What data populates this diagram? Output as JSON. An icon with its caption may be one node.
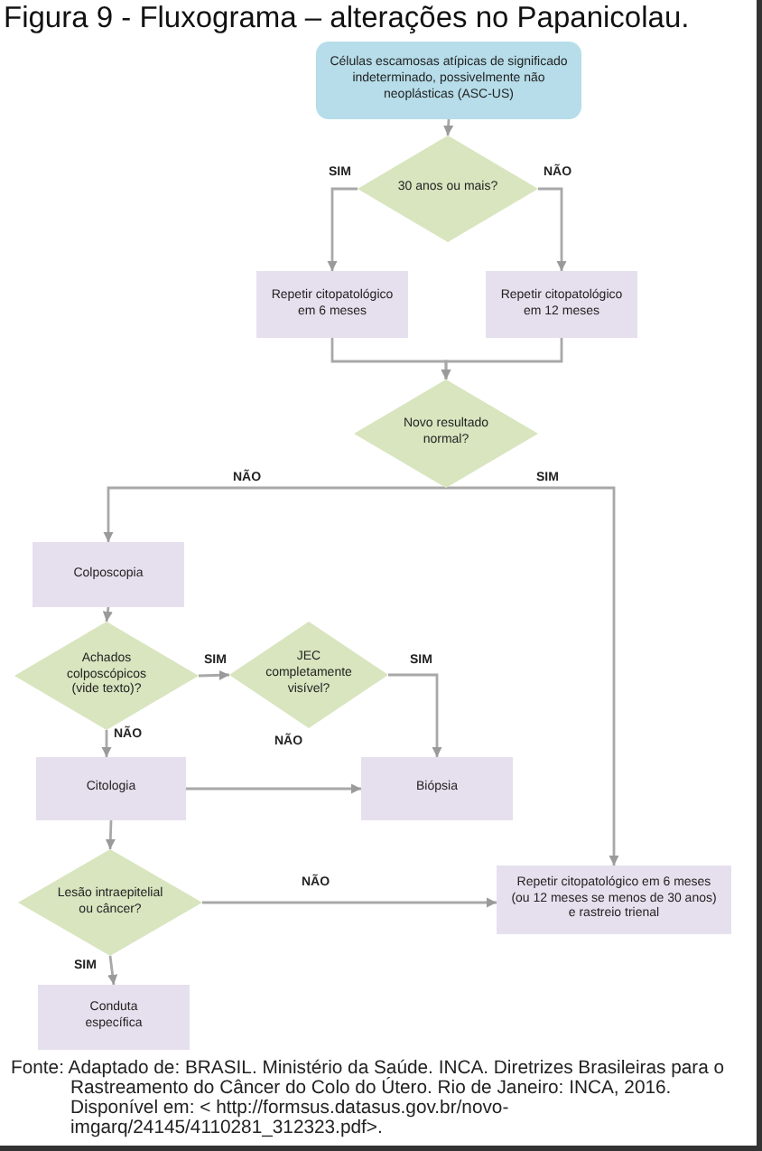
{
  "diagram": {
    "title": "Figura 9 - Fluxograma – alterações no Papanicolau.",
    "caption": "Fonte: Adaptado de: BRASIL. Ministério da Saúde. INCA. Diretrizes Brasileiras para o Rastreamento do Câncer do Colo do Útero. Rio de Janeiro: INCA, 2016. Disponível em: < http://formsus.datasus.gov.br/novo-imgarq/24145/4110281_312323.pdf>.",
    "nodes": [
      {
        "text": [
          "Células escamosas atípicas de significado indeterminado, possivelmente não neoplásticas (ASC-US)"
        ]
      },
      {
        "text": [
          "30 anos ou mais?"
        ]
      },
      {
        "text": [
          "Repetir citopatológico em 6 meses"
        ]
      },
      {
        "text": [
          "Repetir citopatológico em 12 meses"
        ]
      },
      {
        "text": [
          "Novo resultado normal?"
        ]
      },
      {
        "text": [
          "Colposcopia"
        ]
      },
      {
        "text": [
          "Achados colposcópicos (vide texto)?"
        ]
      },
      {
        "text": [
          "JEC completamente visível?"
        ]
      },
      {
        "text": [
          "Citologia"
        ]
      },
      {
        "text": [
          "Biópsia"
        ]
      },
      {
        "text": [
          "Lesão intraepitelial ou câncer?"
        ]
      },
      {
        "text": [
          "Repetir citopatológico em 6 meses (ou 12 meses se menos de 30 anos) e rastreio trienal"
        ]
      },
      {
        "text": [
          "Conduta específica"
        ]
      }
    ],
    "edges": [
      {
        "from": 0,
        "to": 1,
        "arrow": "to"
      },
      {
        "from": 1,
        "to": 2,
        "arrow": "to",
        "label": "SIM"
      },
      {
        "from": 1,
        "to": 3,
        "arrow": "to",
        "label": "NÃO"
      },
      {
        "from": 2,
        "to": 4,
        "arrow": "to"
      },
      {
        "from": 3,
        "to": 4,
        "arrow": "to"
      },
      {
        "from": 4,
        "to": 5,
        "arrow": "to",
        "label": "NÃO"
      },
      {
        "from": 4,
        "to": 11,
        "arrow": "to",
        "label": "SIM"
      },
      {
        "from": 5,
        "to": 6,
        "arrow": "to"
      },
      {
        "from": 6,
        "to": 7,
        "arrow": "to",
        "label": "SIM"
      },
      {
        "from": 7,
        "to": 9,
        "arrow": "to",
        "label": "SIM"
      },
      {
        "from": 6,
        "to": 8,
        "arrow": "to",
        "label": "NÃO"
      },
      {
        "from": 8,
        "to": 9,
        "arrow": "to"
      },
      {
        "from": 8,
        "to": 10,
        "arrow": "to"
      },
      {
        "from": 10,
        "to": 11,
        "arrow": "to",
        "label": "NÃO"
      },
      {
        "from": 10,
        "to": 12,
        "arrow": "to",
        "label": "SIM"
      }
    ],
    "labels": [
      "NÃO"
    ]
  }
}
